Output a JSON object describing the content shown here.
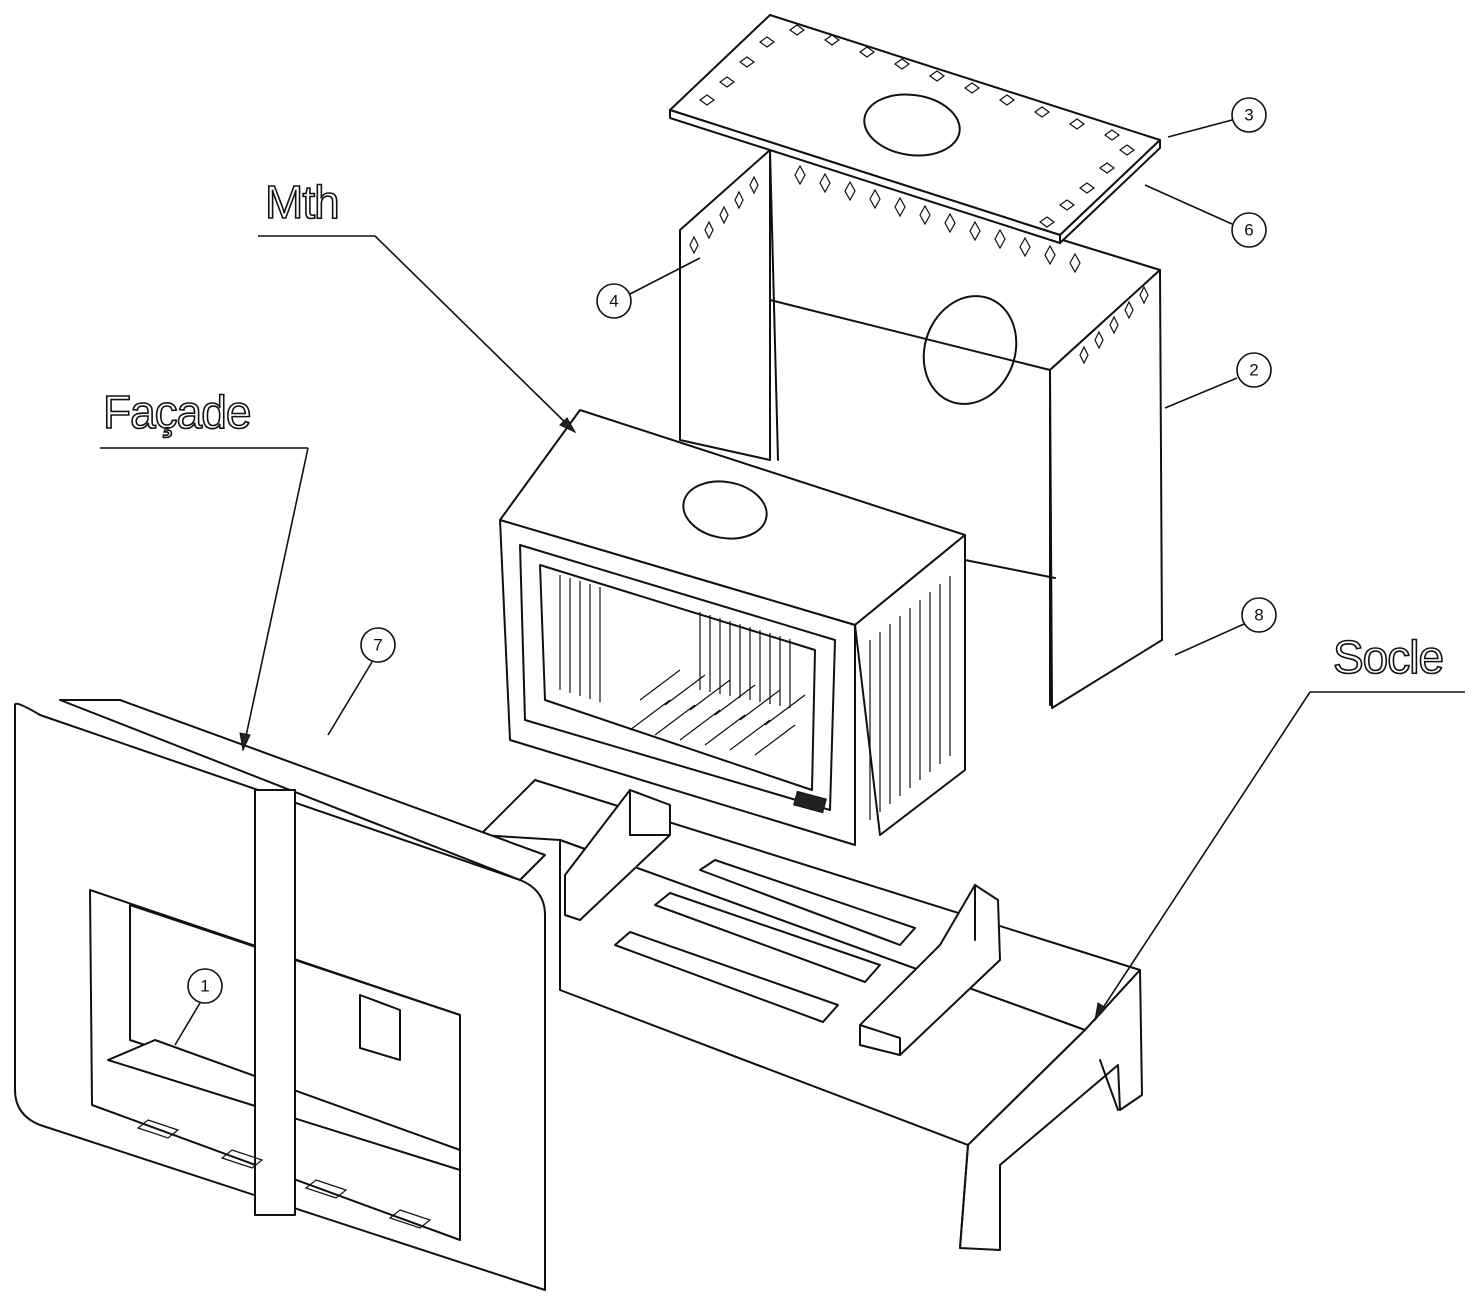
{
  "labels": {
    "mth": "Mth",
    "facade": "Façade",
    "socle": "Socle"
  },
  "callouts": [
    "1",
    "2",
    "3",
    "4",
    "6",
    "7",
    "8"
  ]
}
